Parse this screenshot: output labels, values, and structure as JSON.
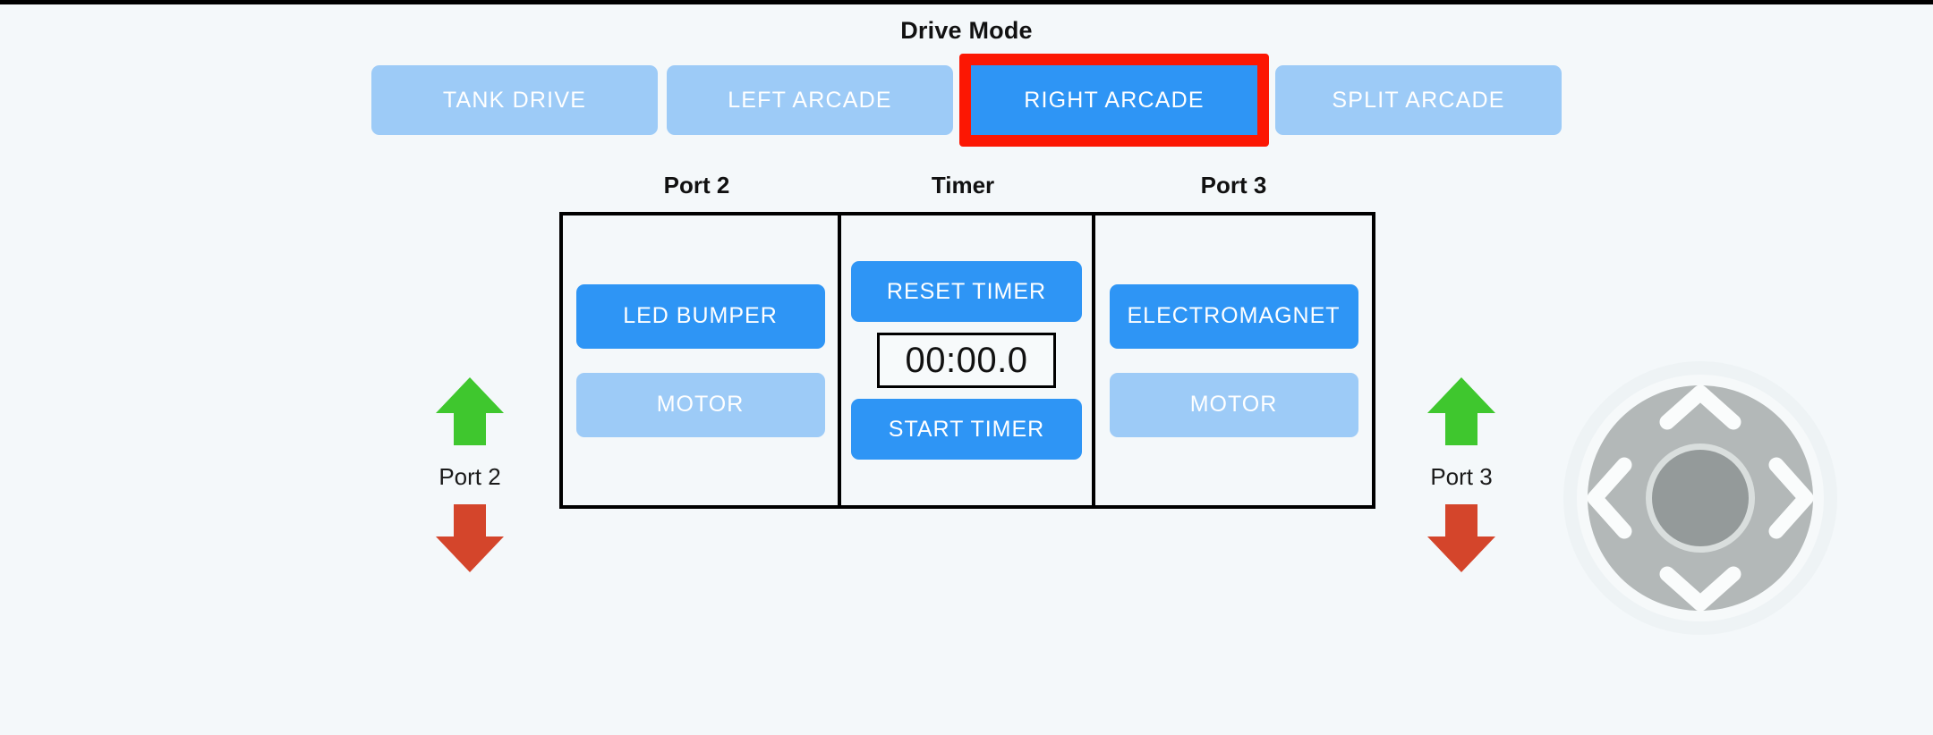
{
  "colors": {
    "background": "#f4f8fa",
    "accent_active": "#2e95f5",
    "accent_inactive": "#9dcbf7",
    "selection_outline": "#fc1703",
    "arrow_up": "#3fc72e",
    "arrow_down": "#d4452b",
    "dpad_outer": "#b3b8b8",
    "dpad_inner": "#949a9a",
    "panel_border": "#000000",
    "text_dark": "#111111",
    "text_light": "#ffffff"
  },
  "drive_mode": {
    "title": "Drive Mode",
    "selected": "RIGHT ARCADE",
    "options": [
      {
        "label": "TANK DRIVE",
        "active": false
      },
      {
        "label": "LEFT ARCADE",
        "active": false
      },
      {
        "label": "RIGHT ARCADE",
        "active": true
      },
      {
        "label": "SPLIT ARCADE",
        "active": false
      }
    ]
  },
  "panels": {
    "left": {
      "header": "Port 2",
      "buttons": [
        {
          "label": "LED BUMPER",
          "state": "on"
        },
        {
          "label": "MOTOR",
          "state": "off"
        }
      ]
    },
    "middle": {
      "header": "Timer",
      "reset_label": "RESET TIMER",
      "display": "00:00.0",
      "start_label": "START TIMER"
    },
    "right": {
      "header": "Port 3",
      "buttons": [
        {
          "label": "ELECTROMAGNET",
          "state": "on"
        },
        {
          "label": "MOTOR",
          "state": "off"
        }
      ]
    }
  },
  "port_clusters": [
    {
      "label": "Port 2",
      "up_icon": "arrow-up-icon",
      "down_icon": "arrow-down-icon"
    },
    {
      "label": "Port 3",
      "up_icon": "arrow-up-icon",
      "down_icon": "arrow-down-icon"
    }
  ],
  "dpad": {
    "icons": [
      "chevron-up-icon",
      "chevron-right-icon",
      "chevron-down-icon",
      "chevron-left-icon"
    ]
  }
}
